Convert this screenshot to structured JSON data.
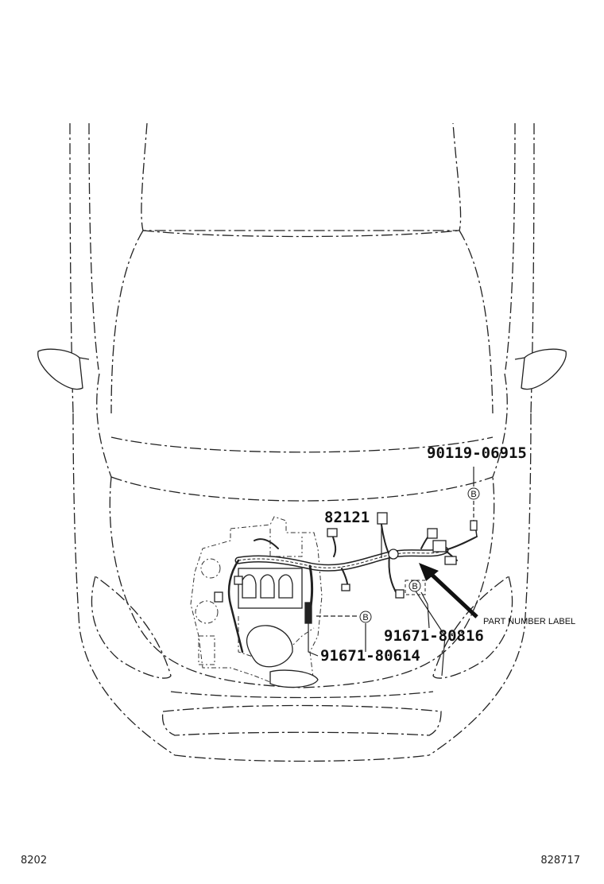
{
  "callouts": {
    "harness_part": "82121",
    "bolt_top": "90119-06915",
    "clamp_right": "91671-80816",
    "clamp_left": "91671-80614"
  },
  "markers": {
    "ref_letter": "B"
  },
  "annotations": {
    "part_number_label": "PART NUMBER LABEL"
  },
  "footer": {
    "left_code": "8202",
    "right_code": "828717"
  }
}
